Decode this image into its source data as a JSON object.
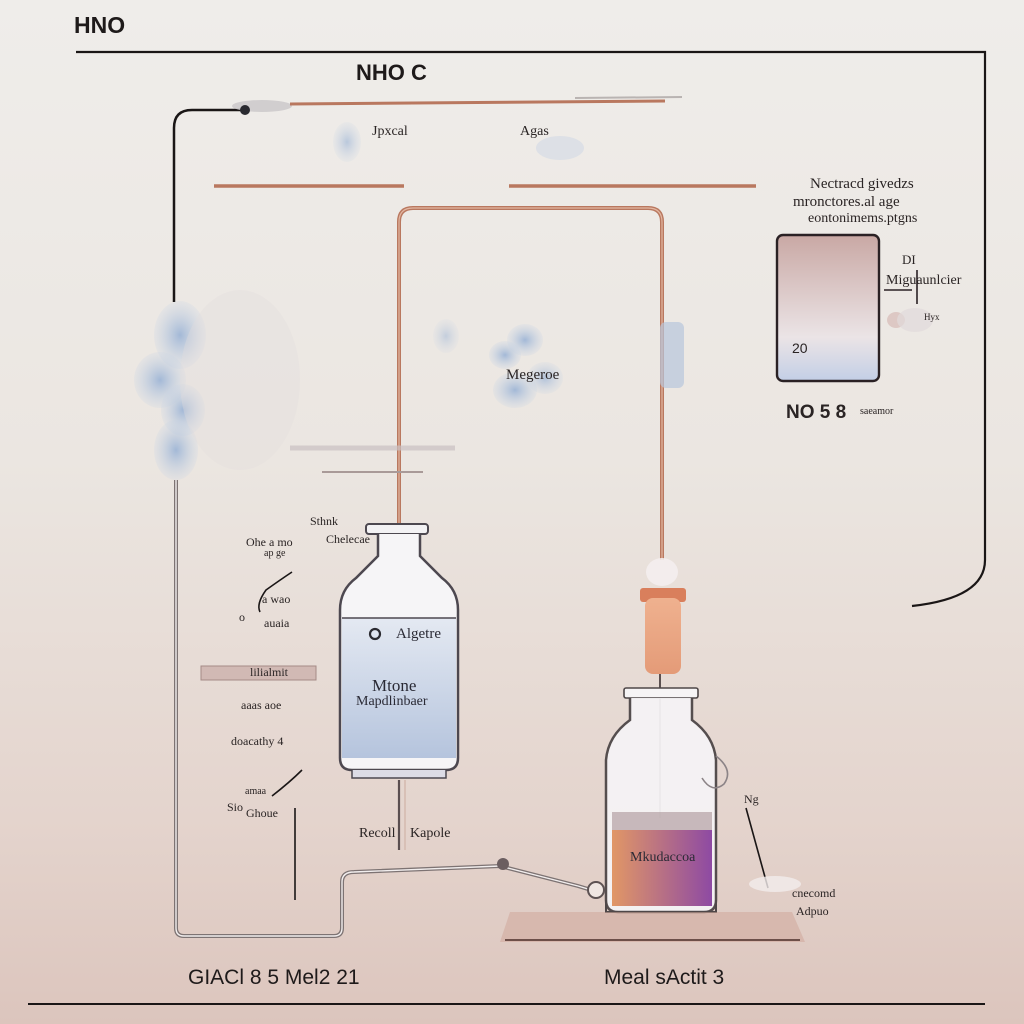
{
  "title": "HNO",
  "subtitle": "NHO C",
  "top_labels": {
    "left": "Jpxcal",
    "right": "Agas"
  },
  "right_panel": {
    "text_line1": "Nectracd givedzs",
    "text_line2": "mronctores.al age",
    "text_line3": "eontonimems.ptgns",
    "gauge_top": "DI",
    "gauge_side": "Miguaunlcier",
    "gauge_value": "20",
    "gauge_tick": "Hyx",
    "formula": "NO 5 8",
    "formula_note": "saeamor"
  },
  "center_cloud_label": "Megeroe",
  "left_labels": {
    "l1": "Sthnk",
    "l2": "Ohe a mo",
    "l3": "Chelecae",
    "l4": "ap ge",
    "l5": "a wao",
    "l6": "o",
    "l7": "auaia",
    "bar": "lilialmit",
    "l8": "aaas aoe",
    "l9": "doacathy 4",
    "l10": "amaa",
    "l11": "Sio",
    "l12": "Ghoue"
  },
  "bottle": {
    "label1": "Algetre",
    "label2": "Mtone",
    "label3": "Mapdlinbaer",
    "stem_left": "Recoll",
    "stem_right": "Kapole"
  },
  "flask": {
    "liquid_label": "Mkudaccoa",
    "side_label": "Ng",
    "side_note1": "cnecomd",
    "side_note2": "Adpuo"
  },
  "bottom": {
    "left": "GIACl 8 5 Mel2 21",
    "right": "Meal sActit 3"
  },
  "colors": {
    "tube": "#b9785f",
    "frame": "#1a1616",
    "bottle_liquid": "#c9d3e6",
    "flask_liquid_top": "#d58c6a",
    "flask_liquid_bottom": "#9a4f9e",
    "dropper": "#e7a483"
  }
}
